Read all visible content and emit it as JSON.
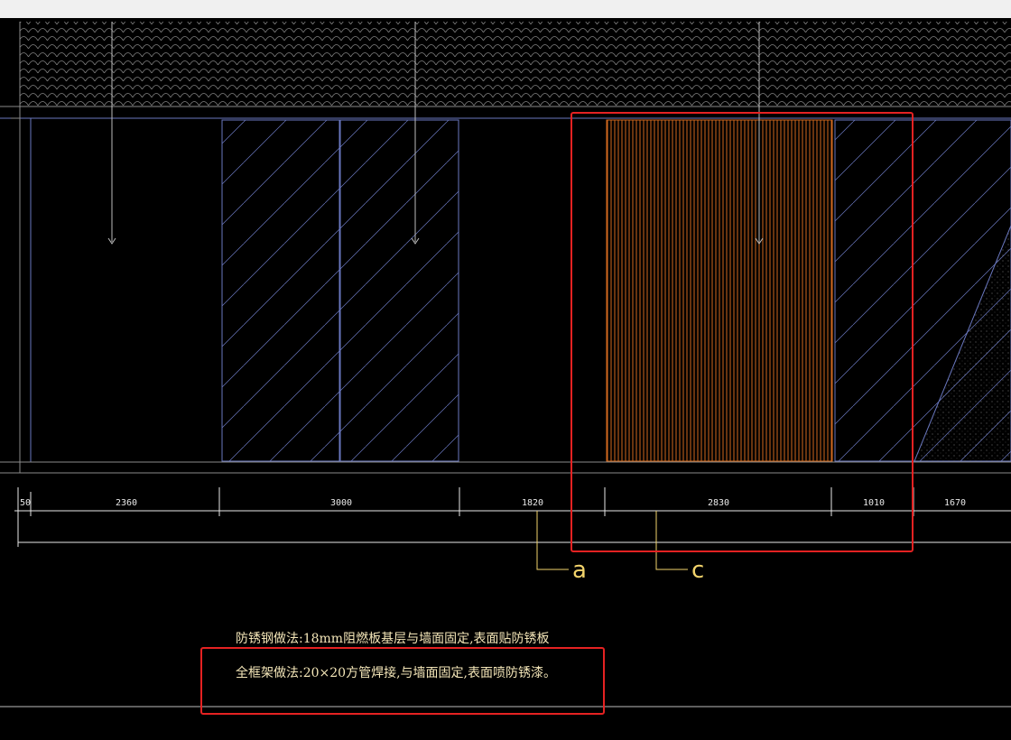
{
  "colors": {
    "background": "#000000",
    "frame": "#6a78c0",
    "dimension_line": "#e8e8e8",
    "wood_slats": "#d2691e",
    "callout_text": "#f2d36b",
    "note_text": "#f4e6b8",
    "highlight": "#e52222"
  },
  "dimensions": [
    "50",
    "2360",
    "3000",
    "1820",
    "2830",
    "1010",
    "1670"
  ],
  "callouts": {
    "a": "a",
    "c": "c"
  },
  "notes": {
    "line1": "防锈钢做法:18mm阻燃板基层与墙面固定,表面贴防锈板",
    "line2": "全框架做法:20×20方管焊接,与墙面固定,表面喷防锈漆。"
  }
}
